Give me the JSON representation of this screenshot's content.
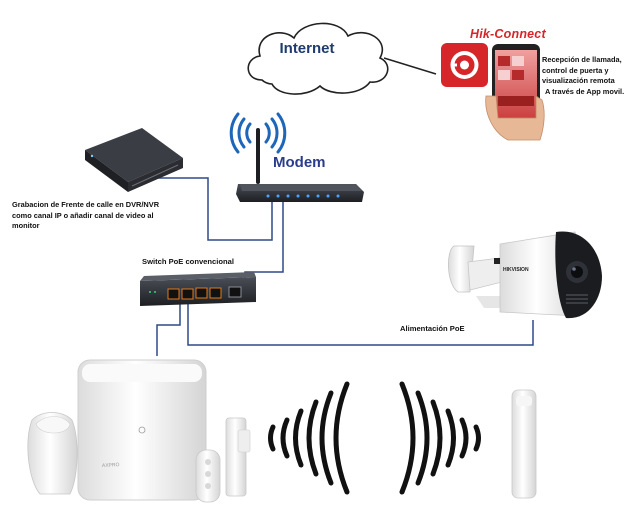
{
  "labels": {
    "internet": "Internet",
    "modem": "Modem",
    "app_name": "Hik-Connect",
    "app_description": [
      "Recepción de llamada,",
      "control de puerta y",
      "visualización remota",
      "A través de App movil."
    ],
    "nvr_description": [
      "Grabacion de Frente de calle en DVR/NVR",
      "como canal IP o añadir canal de video al",
      "monitor"
    ],
    "switch": "Switch PoE convencional",
    "poe": "Alimentación PoE",
    "camera_brand": "HIKVISION",
    "hub_brand": "AXPRO"
  },
  "colors": {
    "cable": "#2e4a8c",
    "wifi_signal": "#1e66b8",
    "hik_red": "#d6262a",
    "device_dark": "#2a2d33",
    "device_white": "#f3f3f3"
  },
  "icons": [
    "cloud-icon",
    "wifi-icon",
    "smartphone-icon",
    "radio-wave-icon"
  ]
}
